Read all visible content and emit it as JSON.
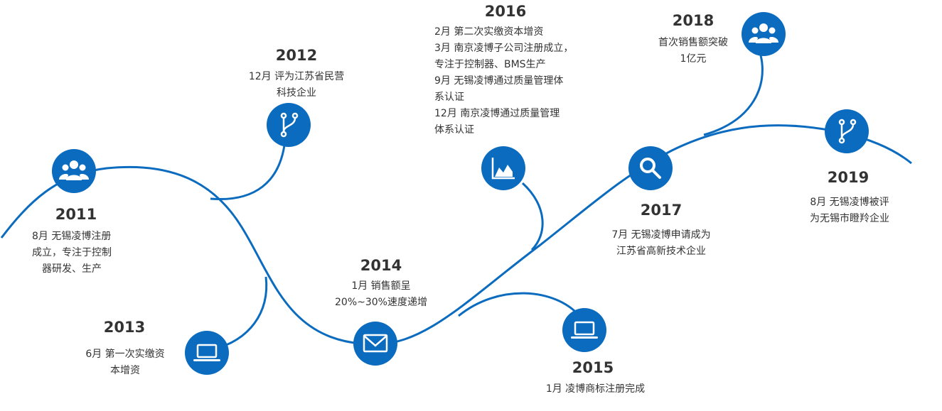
{
  "colors": {
    "accent": "#0b6bbf",
    "text": "#333333",
    "background": "#ffffff"
  },
  "milestones": [
    {
      "id": "2011",
      "year": "2011",
      "icon": "users-icon",
      "lines": [
        "8月 无锡凌博注册",
        "成立，专注于控制",
        "器研发、生产"
      ]
    },
    {
      "id": "2012",
      "year": "2012",
      "icon": "branch-icon",
      "lines": [
        "12月 评为江苏省民营",
        "科技企业"
      ]
    },
    {
      "id": "2013",
      "year": "2013",
      "icon": "laptop-icon",
      "lines": [
        "6月 第一次实缴资",
        "本增资"
      ]
    },
    {
      "id": "2014",
      "year": "2014",
      "icon": "mail-icon",
      "lines": [
        "1月 销售额呈",
        "20%~30%速度递增"
      ]
    },
    {
      "id": "2015",
      "year": "2015",
      "icon": "laptop-icon",
      "lines": [
        "1月 凌博商标注册完成"
      ]
    },
    {
      "id": "2016",
      "year": "2016",
      "icon": "area-chart-icon",
      "lines": [
        "2月 第二次实缴资本增资",
        "3月 南京凌博子公司注册成立，",
        "专注于控制器、BMS生产",
        "9月 无锡凌博通过质量管理体",
        "系认证",
        "12月 南京凌博通过质量管理",
        "体系认证"
      ]
    },
    {
      "id": "2017",
      "year": "2017",
      "icon": "search-icon",
      "lines": [
        "7月 无锡凌博申请成为",
        "江苏省高新技术企业"
      ]
    },
    {
      "id": "2018",
      "year": "2018",
      "icon": "users-icon",
      "lines": [
        "首次销售额突破",
        "1亿元"
      ]
    },
    {
      "id": "2019",
      "year": "2019",
      "icon": "branch-icon",
      "lines": [
        "8月 无锡凌博被评",
        "为无锡市瞪羚企业"
      ]
    }
  ]
}
